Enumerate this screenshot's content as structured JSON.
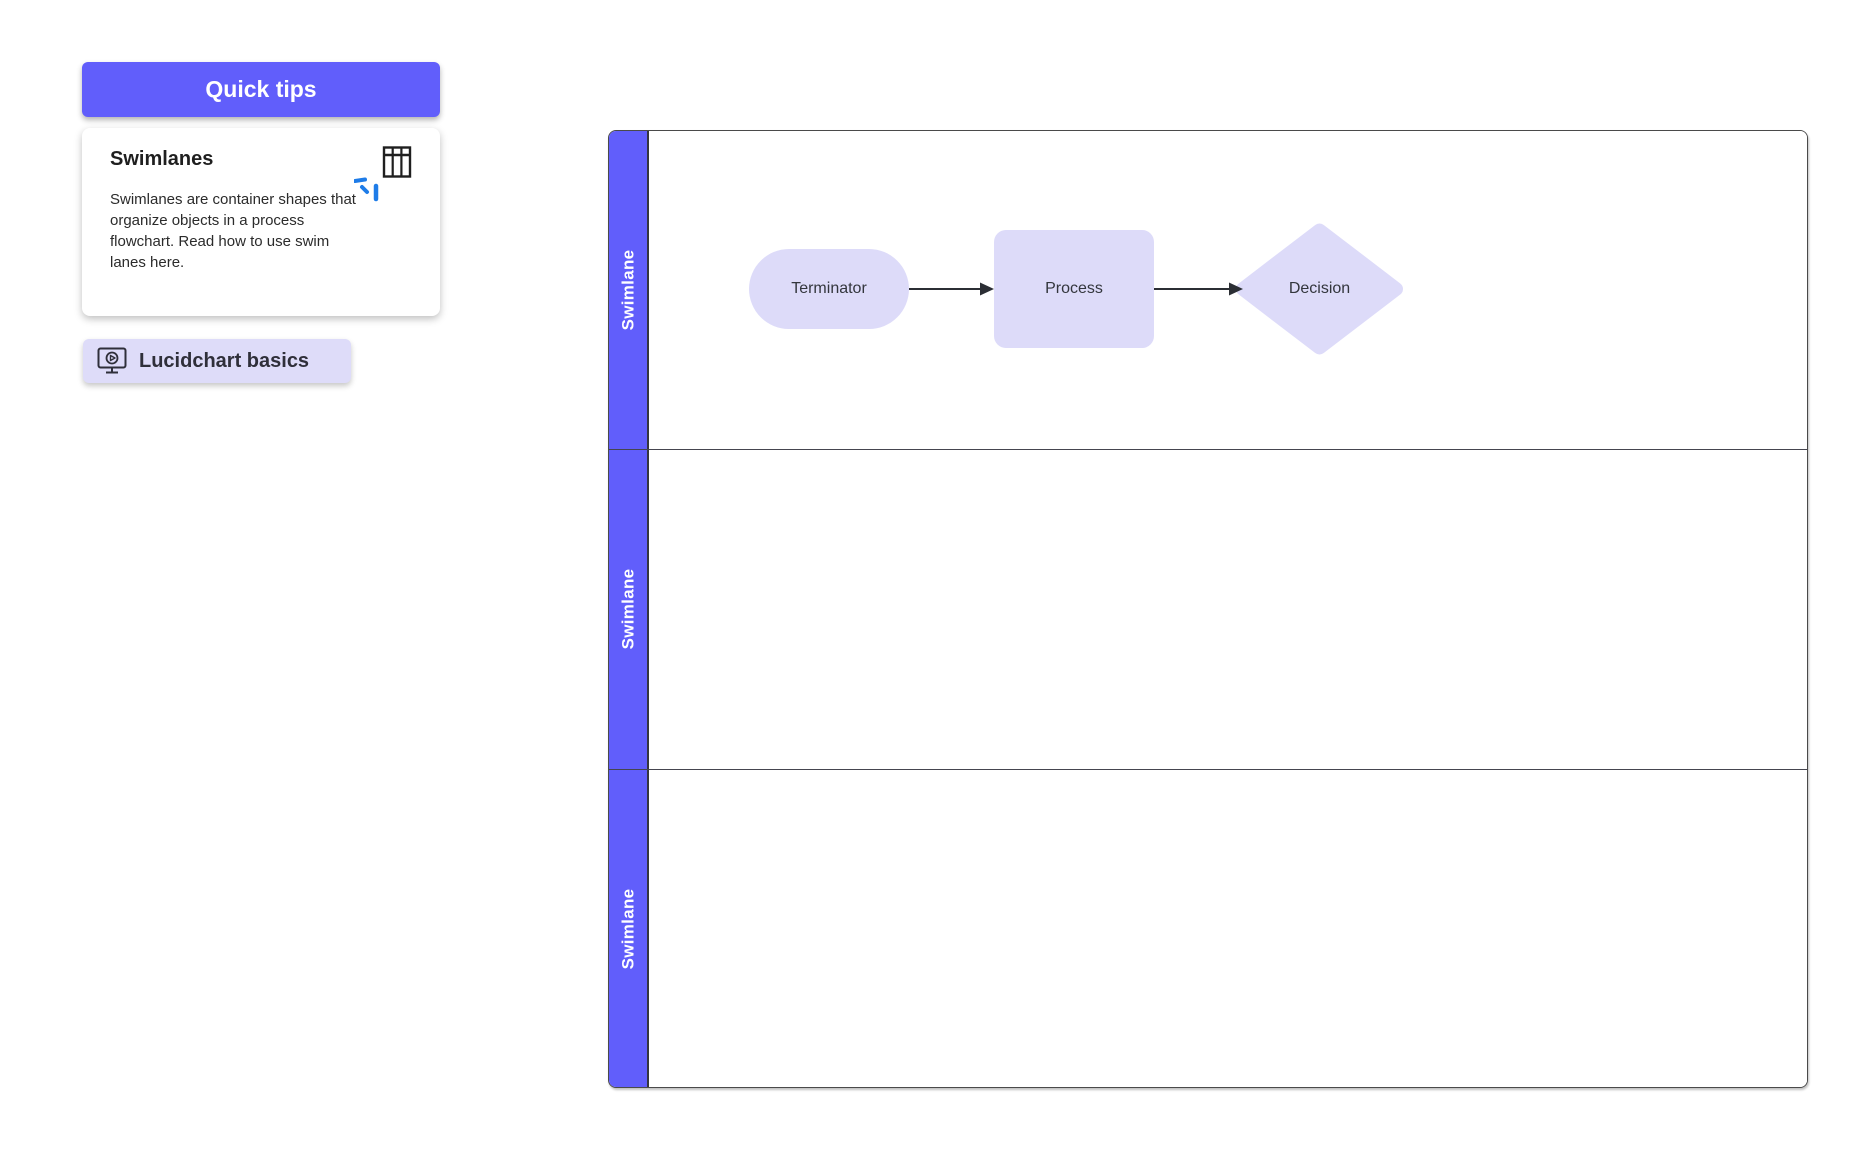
{
  "panel": {
    "quick_tips_title": "Quick tips",
    "tip_card": {
      "title": "Swimlanes",
      "body": "Swimlanes are container shapes that organize objects in a process flowchart. Read how to use swim lanes here.",
      "icon": "swimlane-table-icon",
      "cursor_icon": "click-cursor-icon"
    },
    "basics_button": {
      "label": "Lucidchart basics",
      "icon": "video-monitor-icon"
    }
  },
  "diagram": {
    "lanes": [
      {
        "label": "Swimlane"
      },
      {
        "label": "Swimlane"
      },
      {
        "label": "Swimlane"
      }
    ],
    "nodes": [
      {
        "type": "terminator",
        "label": "Terminator"
      },
      {
        "type": "process",
        "label": "Process"
      },
      {
        "type": "decision",
        "label": "Decision"
      }
    ],
    "connectors": [
      {
        "from": "Terminator",
        "to": "Process"
      },
      {
        "from": "Process",
        "to": "Decision"
      }
    ],
    "colors": {
      "lane_header_purple": "#615EFB",
      "shape_fill": "#DDDBF9",
      "lane_border": "#45454F",
      "connector": "#2B2E34",
      "accent_blue": "#1E7CE8"
    }
  }
}
